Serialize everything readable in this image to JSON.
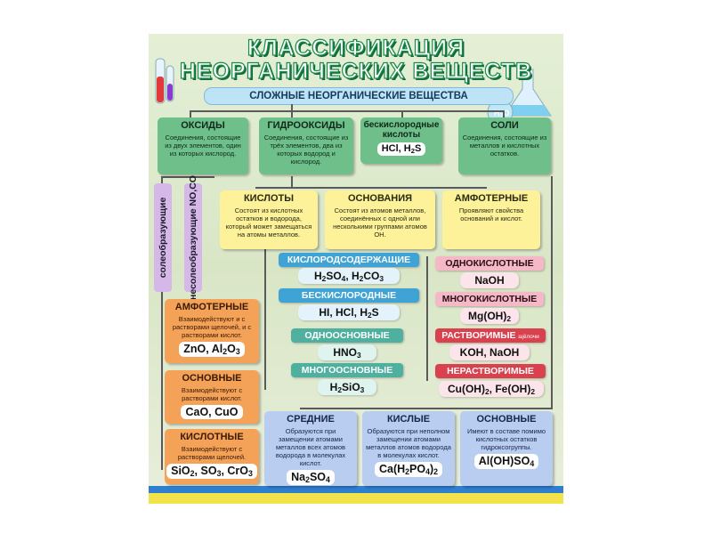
{
  "title_line1": "КЛАССИФИКАЦИЯ",
  "title_line2": "НЕОРГАНИЧЕСКИХ ВЕЩЕСТВ",
  "banner": "СЛОЖНЫЕ НЕОРГАНИЧЕСКИЕ ВЕЩЕСТВА",
  "top": {
    "oxides": {
      "title": "ОКСИДЫ",
      "desc": "Соединения, состоящие из двух элементов, один из которых кислород."
    },
    "hydroxides": {
      "title": "ГИДРООКСИДЫ",
      "desc": "Соединения, состоящие из трёх элементов, два из которых водород и кислород."
    },
    "oxygenless_acids": {
      "title": "бескислородные кислоты"
    },
    "salts": {
      "title": "СОЛИ",
      "desc": "Соединения, состоящие из металлов и кислотных остатков."
    }
  },
  "side_bars": {
    "salt_forming": "солеобразующие",
    "non_salt_forming": "несолеобразующие"
  },
  "hydroxide_types": {
    "acids": {
      "title": "КИСЛОТЫ",
      "desc": "Состоят из кислотных остатков и водорода, который может замещаться на атомы металлов."
    },
    "bases": {
      "title": "ОСНОВАНИЯ",
      "desc": "Состоят из атомов металлов, соединённых с одной или несколькими группами атомов ОН."
    },
    "amphoteric": {
      "title": "АМФОТЕРНЫЕ",
      "desc": "Проявляют свойства оснований и кислот."
    }
  },
  "acid_types": {
    "oxygen_containing": "КИСЛОРОДСОДЕРЖАЩИЕ",
    "oxygenless": "БЕСКИСЛОРОДНЫЕ",
    "monobasic": "ОДНООСНОВНЫЕ",
    "polybasic": "МНОГООСНОВНЫЕ"
  },
  "base_types": {
    "monoacid": {
      "title": "ОДНОКИСЛОТНЫЕ",
      "example": "NaOH"
    },
    "polyacid": {
      "title": "МНОГОКИСЛОТНЫЕ"
    },
    "soluble": {
      "title": "РАСТВОРИМЫЕ",
      "note": "щёлочи",
      "example": "KOH, NaOH"
    },
    "insoluble": {
      "title": "НЕРАСТВОРИМЫЕ"
    }
  },
  "oxide_types": {
    "amphoteric": {
      "title": "АМФОТЕРНЫЕ",
      "desc": "Взаимодействуют и с растворами щелочей, и с растворами кислот."
    },
    "basic": {
      "title": "ОСНОВНЫЕ",
      "desc": "Взаимодействуют с растворами кислот.",
      "example": "CaO, CuO"
    },
    "acidic": {
      "title": "КИСЛОТНЫЕ",
      "desc": "Взаимодействуют с растворами щелочей."
    }
  },
  "salt_types": {
    "medium": {
      "title": "СРЕДНИЕ",
      "desc": "Образуются при замещении атомами металлов всех атомов водорода в молекулах кислот."
    },
    "acidic": {
      "title": "КИСЛЫЕ",
      "desc": "Образуются при неполном замещении атомами металлов атомов водорода в молекулах кислот."
    },
    "basic": {
      "title": "ОСНОВНЫЕ",
      "desc": "Имеют в составе помимо кислотных остатков гидроксогруппы."
    }
  },
  "colors": {
    "green": "#6fbf8a",
    "yellow": "#fdf29a",
    "orange": "#f4a258",
    "blue": "#b8cdf0",
    "title_green": "#1a8a4a",
    "pink": "#f5b8c6",
    "red": "#d9414f"
  }
}
